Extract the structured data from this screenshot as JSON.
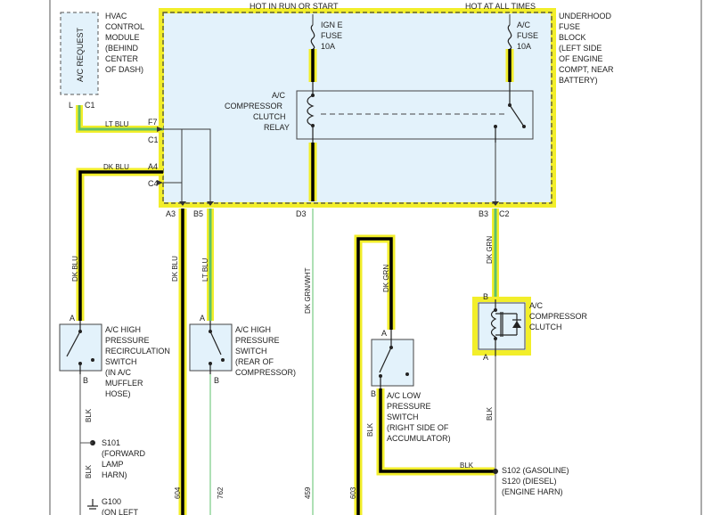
{
  "top": {
    "hot_run": "HOT IN RUN OR START",
    "hot_all": "HOT AT ALL TIMES"
  },
  "hvac": {
    "box": "A/C REQUEST",
    "l1": "HVAC",
    "l2": "CONTROL",
    "l3": "MODULE",
    "l4": "(BEHIND",
    "l5": "CENTER",
    "l6": "OF DASH)",
    "pin_l": "L",
    "pin_c1": "C1"
  },
  "fuse_block": {
    "l1": "UNDERHOOD",
    "l2": "FUSE",
    "l3": "BLOCK",
    "l4": "(LEFT SIDE",
    "l5": "OF ENGINE",
    "l6": "COMPT, NEAR",
    "l7": "BATTERY)"
  },
  "fuse_ign": {
    "l1": "IGN E",
    "l2": "FUSE",
    "l3": "10A"
  },
  "fuse_ac": {
    "l1": "A/C",
    "l2": "FUSE",
    "l3": "10A"
  },
  "relay": {
    "l1": "A/C",
    "l2": "COMPRESSOR",
    "l3": "CLUTCH",
    "l4": "RELAY"
  },
  "connectors": {
    "f7": "F7",
    "c1": "C1",
    "a4": "A4",
    "c4": "C4",
    "a3": "A3",
    "b5": "B5",
    "d3": "D3",
    "b3": "B3",
    "c2": "C2"
  },
  "wires": {
    "lt_blu_top": "LT BLU",
    "dk_blu_top": "DK BLU",
    "dk_blu_left": "DK BLU",
    "dk_blu_mid": "DK BLU",
    "lt_blu_mid": "LT BLU",
    "dk_grn_wht": "DK GRN/WHT",
    "dk_grn_low": "DK GRN",
    "dk_grn_right": "DK GRN",
    "blk_left": "BLK",
    "blk_left2": "BLK",
    "blk_right": "BLK",
    "blk_low": "BLK",
    "n604": "604",
    "n762": "762",
    "n459": "459",
    "n603": "603"
  },
  "sw_recirc": {
    "pin_a": "A",
    "pin_b": "B",
    "l1": "A/C HIGH",
    "l2": "PRESSURE",
    "l3": "RECIRCULATION",
    "l4": "SWITCH",
    "l5": "(IN A/C",
    "l6": "MUFFLER",
    "l7": "HOSE)"
  },
  "sw_high": {
    "pin_a": "A",
    "pin_b": "B",
    "l1": "A/C HIGH",
    "l2": "PRESSURE",
    "l3": "SWITCH",
    "l4": "(REAR OF",
    "l5": "COMPRESSOR)"
  },
  "sw_low": {
    "pin_a": "A",
    "pin_b": "B",
    "l1": "A/C LOW",
    "l2": "PRESSURE",
    "l3": "SWITCH",
    "l4": "(RIGHT SIDE OF",
    "l5": "ACCUMULATOR)"
  },
  "clutch": {
    "pin_b": "B",
    "pin_a": "A",
    "l1": "A/C",
    "l2": "COMPRESSOR",
    "l3": "CLUTCH"
  },
  "splices": {
    "s101_l1": "S101",
    "s101_l2": "(FORWARD",
    "s101_l3": "LAMP",
    "s101_l4": "HARN)",
    "g100_l1": "G100",
    "g100_l2": "(ON LEFT",
    "s102_l1": "S102 (GASOLINE)",
    "s102_l2": "S120 (DIESEL)",
    "s102_l3": "(ENGINE HARN)"
  }
}
